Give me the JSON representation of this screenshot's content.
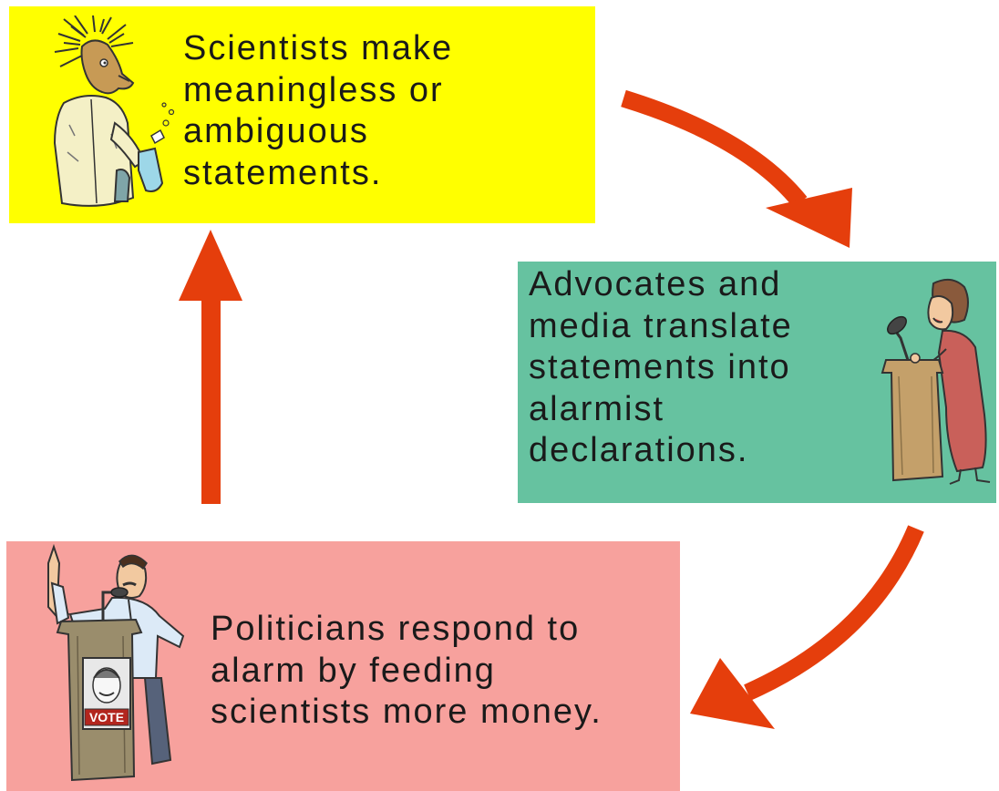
{
  "boxes": {
    "scientists": {
      "text": "Scientists make\nmeaningless or\nambiguous\nstatements.",
      "color": "#ffff00"
    },
    "advocates": {
      "text": "Advocates and\nmedia translate\nstatements into\nalarmist\ndeclarations.",
      "color": "#66c2a0"
    },
    "politicians": {
      "text": "Politicians respond to\nalarm by feeding\nscientists more money.",
      "color": "#f7a19d",
      "poster_label": "VOTE"
    }
  },
  "colors": {
    "arrow": "#e53e0c",
    "text": "#1a1a1a"
  },
  "icons": {
    "scientist": "mad-scientist-icon",
    "speaker": "woman-at-podium-icon",
    "politician": "politician-at-podium-icon"
  }
}
